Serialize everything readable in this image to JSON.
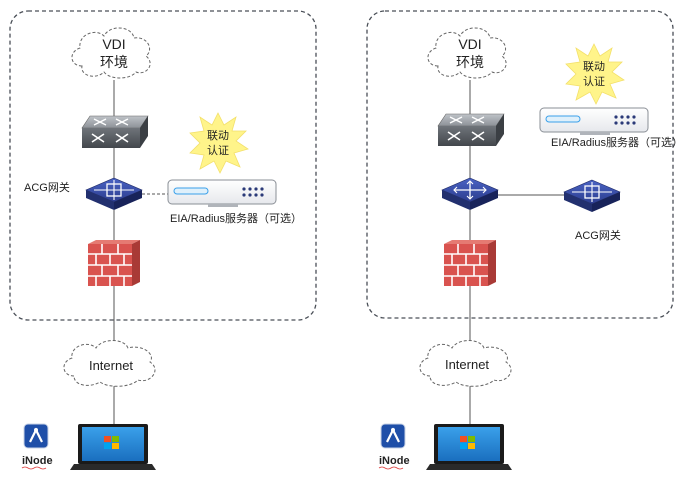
{
  "left": {
    "cloud_top_line1": "VDI",
    "cloud_top_line2": "环境",
    "burst_line1": "联动",
    "burst_line2": "认证",
    "acg_label": "ACG网关",
    "server_label": "EIA/Radius服务器（可选）",
    "internet_label": "Internet",
    "inode_label": "iNode"
  },
  "right": {
    "cloud_top_line1": "VDI",
    "cloud_top_line2": "环境",
    "burst_line1": "联动",
    "burst_line2": "认证",
    "server_label": "EIA/Radius服务器（可选）",
    "acg_label": "ACG网关",
    "internet_label": "Internet",
    "inode_label": "iNode"
  },
  "colors": {
    "boundary": "#4a4f57",
    "router_blue": "#2e3f8f",
    "firewall_red": "#d9534f",
    "burst_yellow": "#fff48a",
    "screen_blue": "#1e88d8"
  }
}
